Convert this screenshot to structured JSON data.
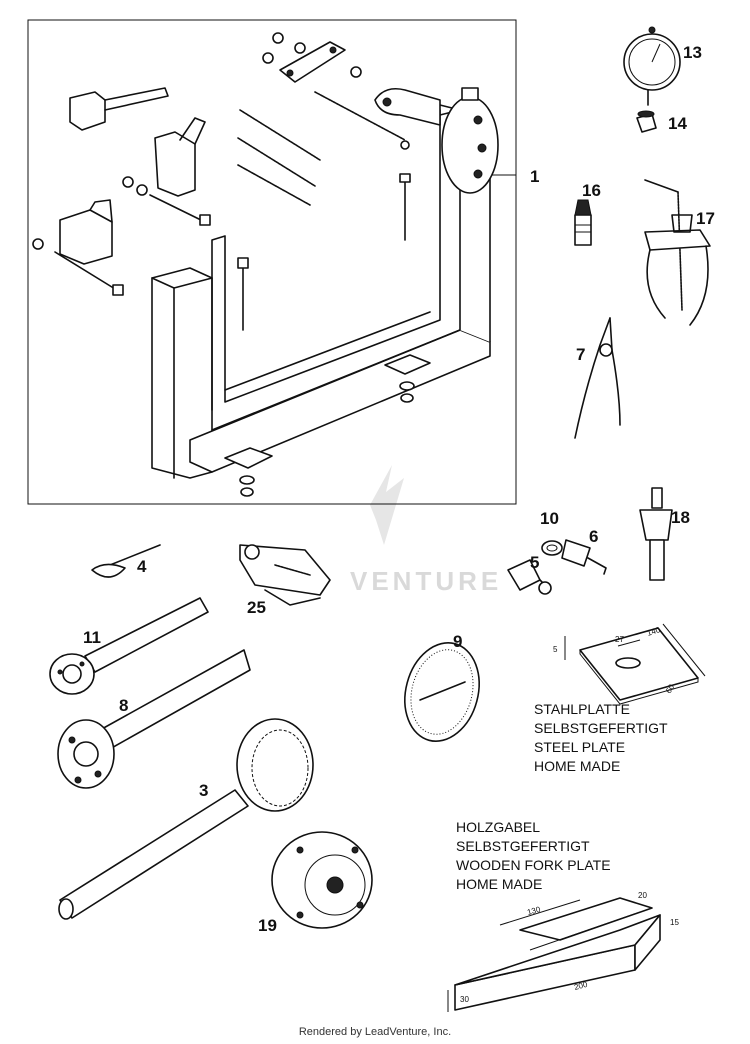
{
  "callouts": {
    "c1": "1",
    "c3": "3",
    "c4": "4",
    "c5": "5",
    "c6": "6",
    "c7": "7",
    "c8": "8",
    "c9": "9",
    "c10": "10",
    "c11": "11",
    "c13": "13",
    "c14": "14",
    "c16": "16",
    "c17": "17",
    "c18": "18",
    "c19": "19",
    "c25": "25"
  },
  "steel_plate": {
    "lines": [
      "STAHLPLATTE",
      "SELBSTGEFERTIGT",
      "STEEL PLATE",
      "HOME MADE"
    ],
    "dims": {
      "thickness": "5",
      "hole": "27",
      "length": "140",
      "width": "60"
    }
  },
  "wooden_fork": {
    "lines": [
      "HOLZGABEL",
      "SELBSTGEFERTIGT",
      "WOODEN FORK PLATE",
      "HOME MADE"
    ],
    "dims": {
      "slot": "130",
      "width": "20",
      "height": "15",
      "length": "200",
      "depth": "30"
    }
  },
  "watermark": "VENTURE",
  "footer": "Rendered by LeadVenture, Inc."
}
